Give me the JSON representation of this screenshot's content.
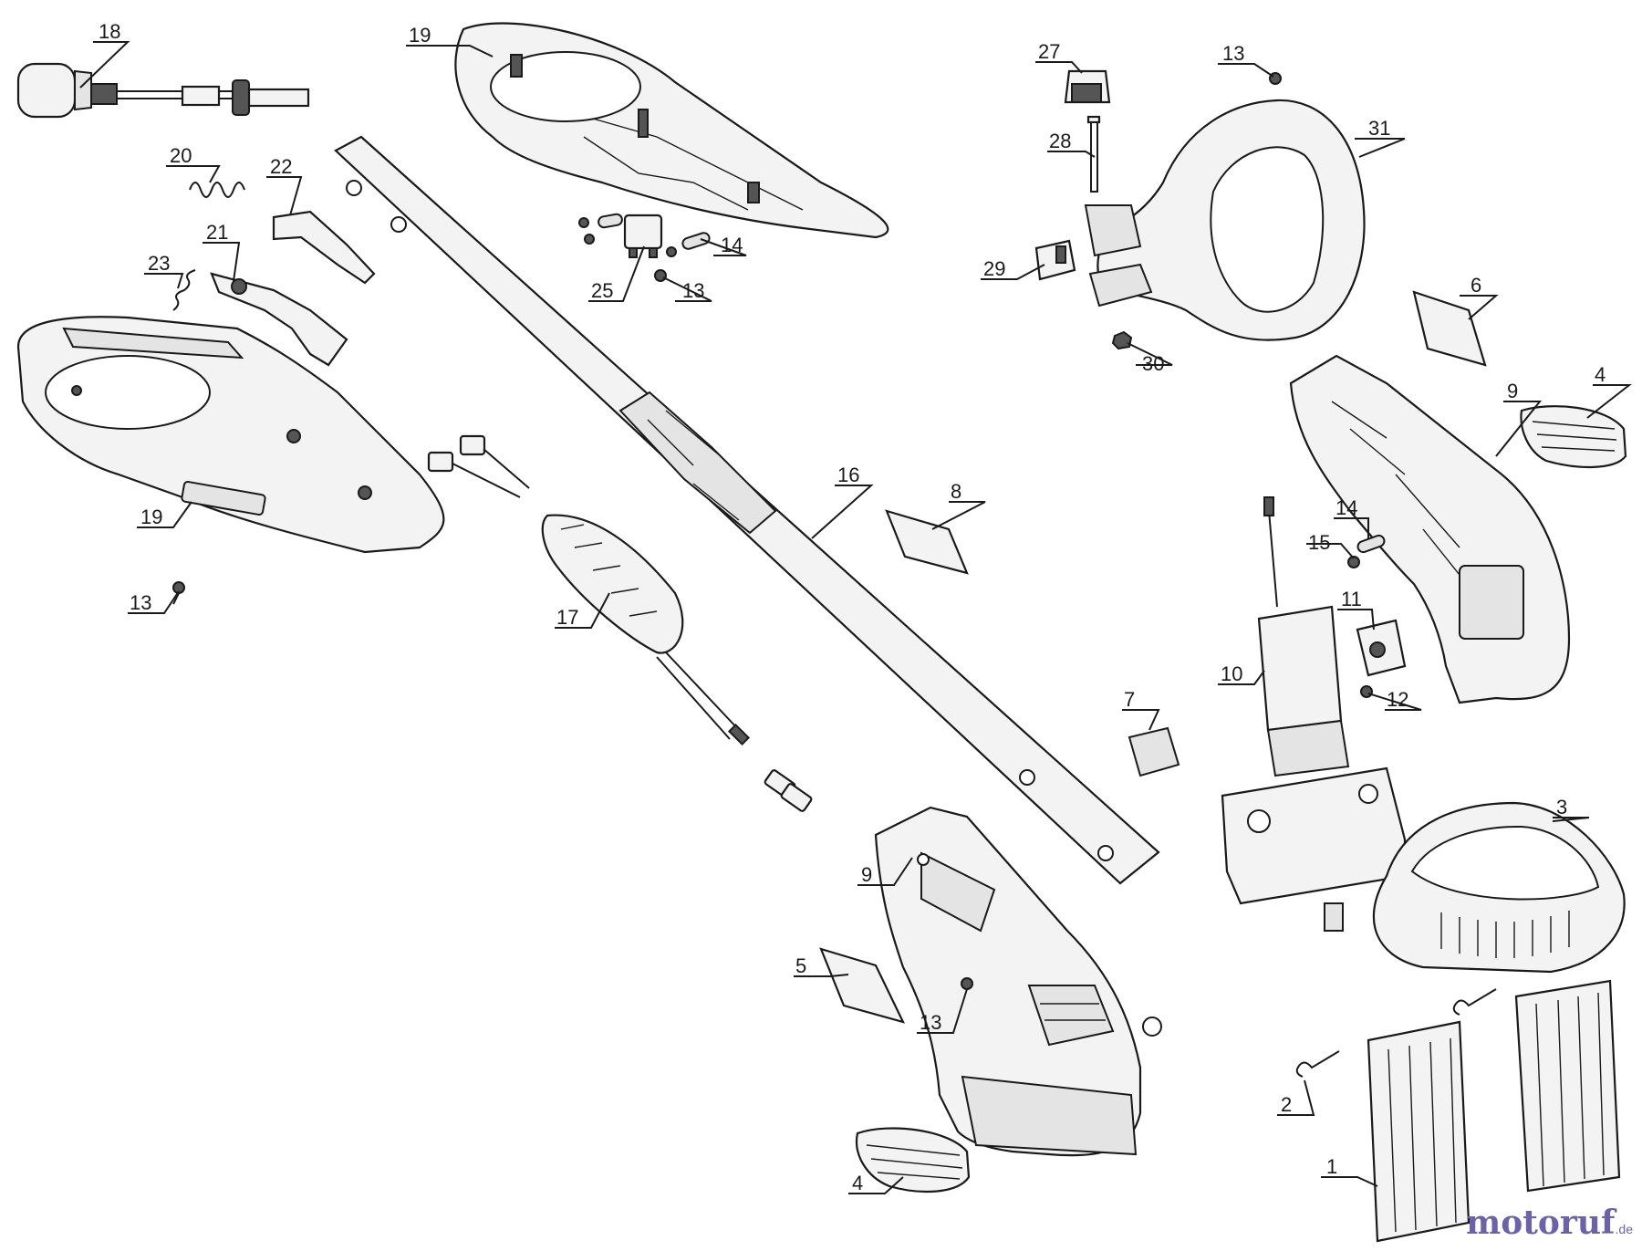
{
  "callouts": [
    {
      "id": "c18a",
      "label": "18"
    },
    {
      "id": "c19a",
      "label": "19"
    },
    {
      "id": "c27",
      "label": "27"
    },
    {
      "id": "c13a",
      "label": "13"
    },
    {
      "id": "c31",
      "label": "31"
    },
    {
      "id": "c20",
      "label": "20"
    },
    {
      "id": "c22",
      "label": "22"
    },
    {
      "id": "c28",
      "label": "28"
    },
    {
      "id": "c14a",
      "label": "14"
    },
    {
      "id": "c21",
      "label": "21"
    },
    {
      "id": "c23",
      "label": "23"
    },
    {
      "id": "c29",
      "label": "29"
    },
    {
      "id": "c13b",
      "label": "13"
    },
    {
      "id": "c25",
      "label": "25"
    },
    {
      "id": "c6",
      "label": "6"
    },
    {
      "id": "c30",
      "label": "30"
    },
    {
      "id": "c9a",
      "label": "9"
    },
    {
      "id": "c4a",
      "label": "4"
    },
    {
      "id": "c16",
      "label": "16"
    },
    {
      "id": "c8",
      "label": "8"
    },
    {
      "id": "c19b",
      "label": "19"
    },
    {
      "id": "c14b",
      "label": "14"
    },
    {
      "id": "c15",
      "label": "15"
    },
    {
      "id": "c13c",
      "label": "13"
    },
    {
      "id": "c17",
      "label": "17"
    },
    {
      "id": "c11",
      "label": "11"
    },
    {
      "id": "c10",
      "label": "10"
    },
    {
      "id": "c12",
      "label": "12"
    },
    {
      "id": "c7",
      "label": "7"
    },
    {
      "id": "c3",
      "label": "3"
    },
    {
      "id": "c9b",
      "label": "9"
    },
    {
      "id": "c5",
      "label": "5"
    },
    {
      "id": "c13d",
      "label": "13"
    },
    {
      "id": "c2",
      "label": "2"
    },
    {
      "id": "c1",
      "label": "1"
    },
    {
      "id": "c4b",
      "label": "4"
    }
  ],
  "watermark": {
    "part_a": "motoruf",
    "part_b": "",
    "suffix": ".de"
  }
}
